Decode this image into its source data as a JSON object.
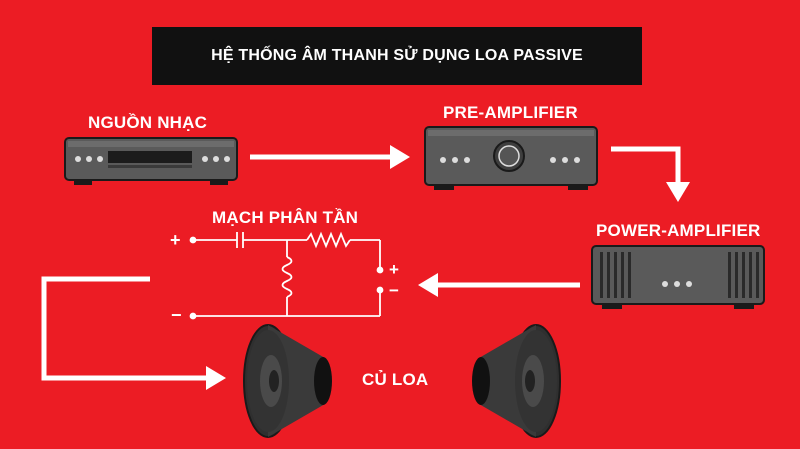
{
  "title": "HỆ THỐNG ÂM THANH SỬ DỤNG LOA PASSIVE",
  "nodes": {
    "source": "NGUỒN NHẠC",
    "preamp": "PRE-AMPLIFIER",
    "poweramp": "POWER-AMPLIFIER",
    "crossover": "MẠCH PHÂN TẦN",
    "speakers": "CỦ LOA"
  },
  "crossover_signs": {
    "plus": "+",
    "minus": "−"
  },
  "colors": {
    "background": "#ec1c24",
    "title_bar": "#111111",
    "text": "#ffffff",
    "device_body": "#555555",
    "speaker": "#3a3a3a"
  },
  "icons": [
    "cd-player-icon",
    "preamp-icon",
    "power-amplifier-icon",
    "crossover-circuit-icon",
    "speaker-icon"
  ]
}
